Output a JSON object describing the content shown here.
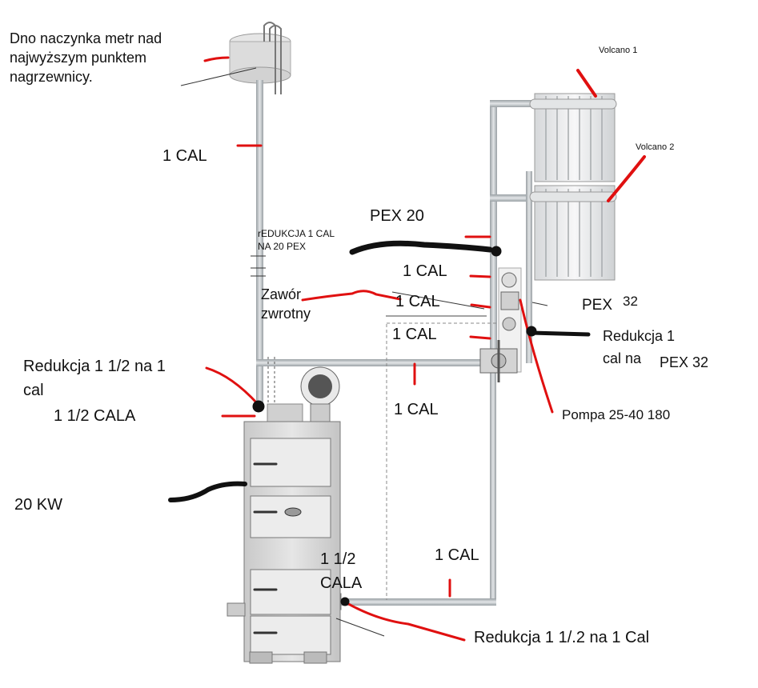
{
  "colors": {
    "pipe": "#cfd3d6",
    "pipe_edge": "#8c9296",
    "marker_red": "#e01010",
    "marker_black": "#111111",
    "boiler_body": "#d8d8d8",
    "boiler_door": "#ececec",
    "radiator": "#e9eaeb"
  },
  "labels": {
    "expansion_tank_note": [
      "Dno naczynka metr nad",
      "najwyższym punktem",
      "nagrzewnicy."
    ],
    "cal_riser": "1 CAL",
    "reduction_pex20": [
      "rEDUKCJA 1 CAL",
      "NA 20 PEX"
    ],
    "pex20": "PEX 20",
    "cal_a": "1 CAL",
    "check_valve": [
      "Zawór",
      "zwrotny"
    ],
    "cal_b": "1 CAL",
    "cal_c": "1 CAL",
    "cal_supply": "1 CAL",
    "reduction_top": [
      "Redukcja 1 1/2 na 1",
      "cal"
    ],
    "cala_top": "1 1/2 CALA",
    "power": "20 KW",
    "cala_bottom": [
      "1 1/2",
      "CALA"
    ],
    "cal_return": "1 CAL",
    "reduction_bottom": "Redukcja 1 1/.2 na 1 Cal",
    "pex32": "PEX",
    "pex32_num": "32",
    "reduction_pex32": [
      "Redukcja 1",
      "cal na"
    ],
    "reduction_pex32_tail": "PEX 32",
    "pump": "Pompa  25-40 180",
    "volcano1": "Volcano 1",
    "volcano2": "Volcano 2"
  }
}
